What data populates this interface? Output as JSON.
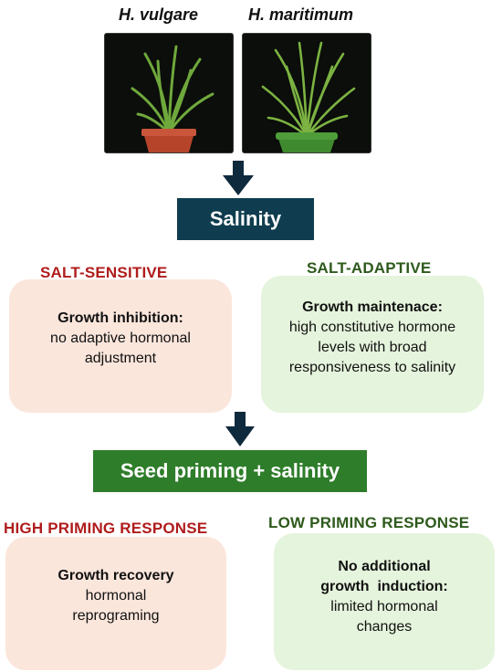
{
  "top": {
    "species_left": "H. vulgare",
    "species_right": "H. maritimum"
  },
  "colors": {
    "arrow": "#0f2a3c",
    "salinity_box": "#0f3d4f",
    "priming_box": "#2e7d2a",
    "sensitive_label": "#b01c1c",
    "adaptive_label": "#2e5a1c",
    "card_pink": "#fbe6dc",
    "card_green": "#e5f4dc",
    "pot_left": "#b5442a",
    "pot_right": "#3f8a2e"
  },
  "stage1": {
    "header": "Salinity",
    "left": {
      "label": "SALT-SENSITIVE",
      "title": "Growth inhibition:",
      "body_lines": [
        "no adaptive hormonal",
        "adjustment"
      ]
    },
    "right": {
      "label": "SALT-ADAPTIVE",
      "title": "Growth maintenace:",
      "body_lines": [
        "high constitutive hormone",
        "levels with broad",
        "responsiveness to salinity"
      ]
    }
  },
  "stage2": {
    "header": "Seed priming + salinity",
    "left": {
      "label": "HIGH PRIMING RESPONSE",
      "title": "Growth recovery",
      "body_lines": [
        "hormonal",
        "reprograming"
      ]
    },
    "right": {
      "label": "LOW PRIMING RESPONSE",
      "title_lines": [
        "No additional",
        "growth  induction:"
      ],
      "body_lines": [
        "limited hormonal",
        "changes"
      ]
    }
  }
}
